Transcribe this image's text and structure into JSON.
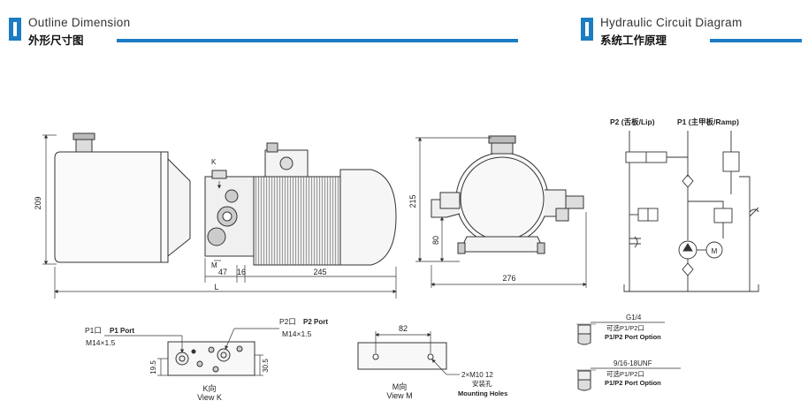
{
  "headers": {
    "left": {
      "en": "Outline Dimension",
      "zh": "外形尺寸图"
    },
    "right": {
      "en": "Hydraulic Circuit Diagram",
      "zh": "系统工作原理"
    }
  },
  "accent_color": "#1c7cc4",
  "front_view": {
    "height": "209",
    "k_label": "K",
    "m_label": "M",
    "dim_47": "47",
    "dim_16": "16",
    "dim_245": "245",
    "dim_L": "L"
  },
  "side_view": {
    "height": "215",
    "dim_80": "80",
    "width": "276"
  },
  "circuit": {
    "p2_label": "P2 (舌板/Lip)",
    "p1_label": "P1 (主甲板/Ramp)"
  },
  "view_k": {
    "p1_label_zh": "P1口",
    "p1_label_en": "P1 Port",
    "p1_thread": "M14×1.5",
    "p2_label_zh": "P2口",
    "p2_label_en": "P2 Port",
    "p2_thread": "M14×1.5",
    "dim_19_5": "19.5",
    "dim_30_5": "30.5",
    "caption_zh": "K向",
    "caption_en": "View K"
  },
  "view_m": {
    "dim_82": "82",
    "holes_spec": "2×M10  12",
    "holes_zh": "安装孔",
    "holes_en": "Mounting Holes",
    "caption_zh": "M向",
    "caption_en": "View M"
  },
  "port_options": {
    "opt1_thread": "G1/4",
    "opt1_zh": "可选P1/P2口",
    "opt1_en": "P1/P2 Port Option",
    "opt2_thread": "9/16-18UNF",
    "opt2_zh": "可选P1/P2口",
    "opt2_en": "P1/P2 Port Option"
  }
}
